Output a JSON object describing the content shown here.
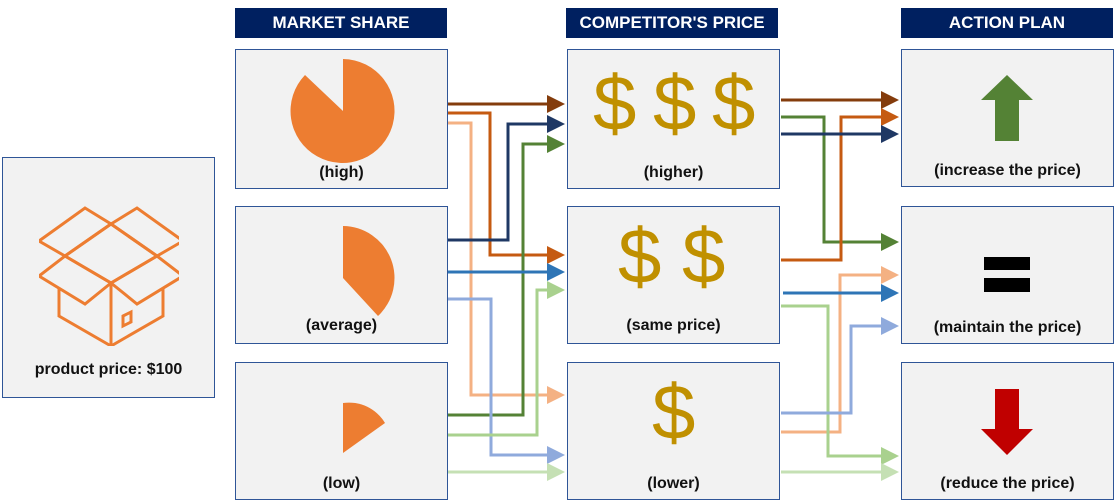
{
  "product": {
    "label": "product price: $100",
    "icon": "open-box-icon",
    "color": "#ed7d31"
  },
  "headers": {
    "market_share": "MARKET SHARE",
    "competitor_price": "COMPETITOR'S PRICE",
    "action_plan": "ACTION PLAN"
  },
  "market_share": [
    {
      "label": "(high)",
      "icon": "pie-large-icon"
    },
    {
      "label": "(average)",
      "icon": "pie-medium-icon"
    },
    {
      "label": "(low)",
      "icon": "pie-small-icon"
    }
  ],
  "competitor_price": [
    {
      "label": "(higher)",
      "symbols": "$$$"
    },
    {
      "label": "(same price)",
      "symbols": "$$"
    },
    {
      "label": "(lower)",
      "symbols": "$"
    }
  ],
  "action_plan": [
    {
      "label": "(increase the price)",
      "icon": "up-arrow-icon",
      "color": "#548235"
    },
    {
      "label": "(maintain the price)",
      "icon": "equals-icon",
      "color": "#000000"
    },
    {
      "label": "(reduce the price)",
      "icon": "down-arrow-icon",
      "color": "#c00000"
    }
  ],
  "colors": {
    "header_bg": "#002060",
    "box_border": "#2f5597",
    "box_bg": "#f2f2f2",
    "pie": "#ed7d31",
    "dollar": "#c09000"
  }
}
